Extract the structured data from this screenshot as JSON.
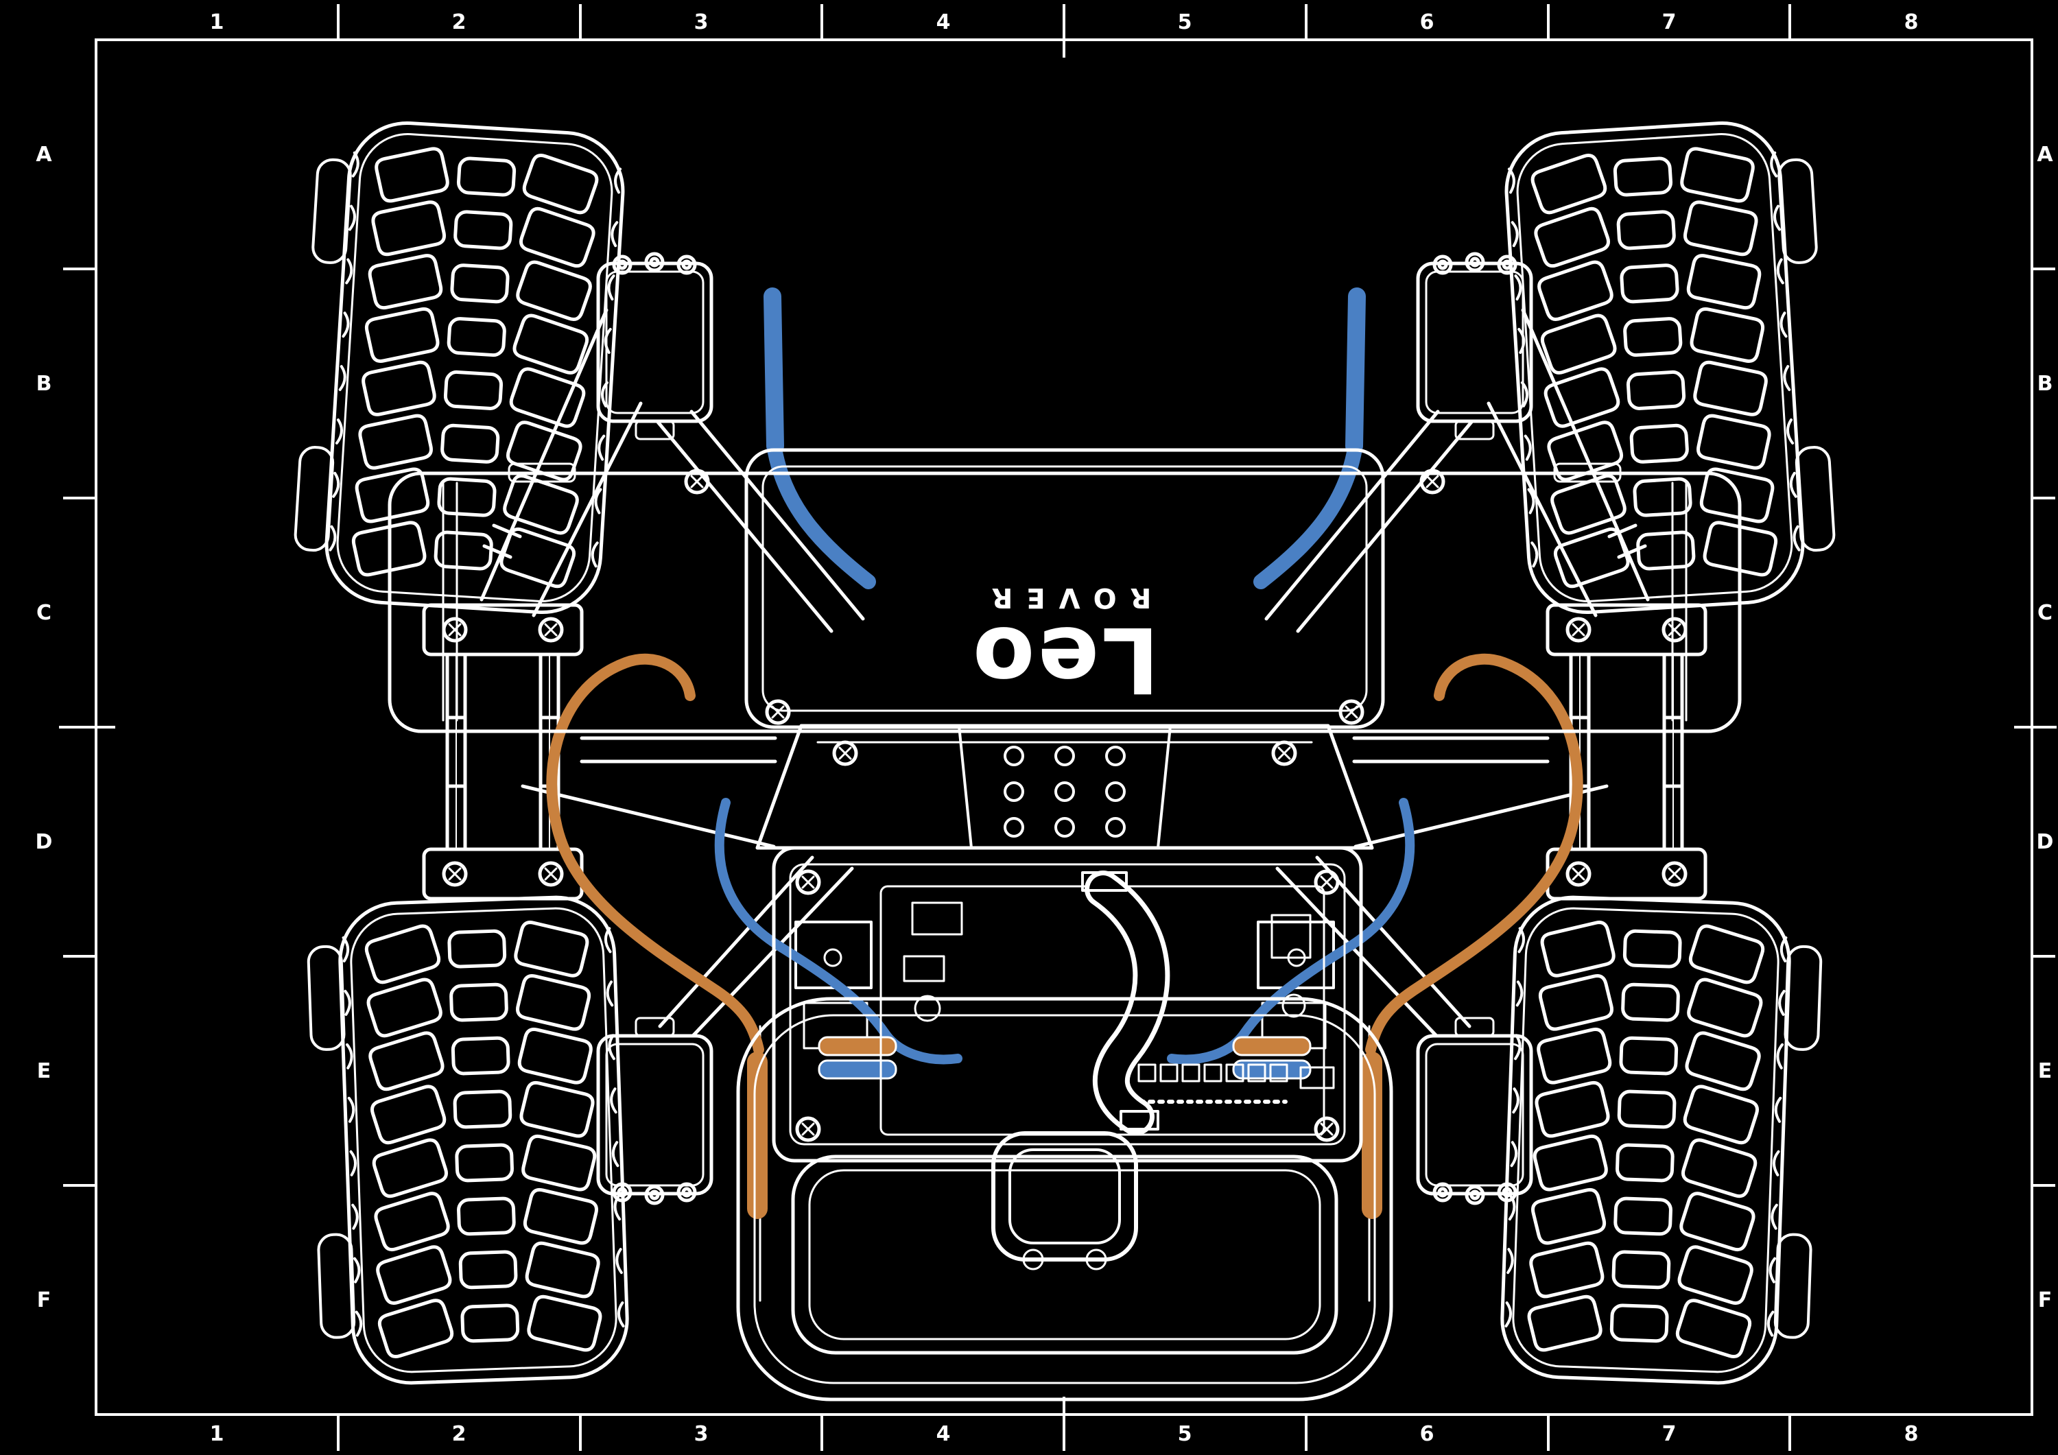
{
  "meta": {
    "background": "#000000",
    "line_color": "#ffffff",
    "accent_orange": "#c9813e",
    "accent_blue": "#4a80c4"
  },
  "frame": {
    "columns": [
      "1",
      "2",
      "3",
      "4",
      "5",
      "6",
      "7",
      "8"
    ],
    "rows": [
      "A",
      "B",
      "C",
      "D",
      "E",
      "F"
    ]
  },
  "logo": {
    "primary": "Leo",
    "secondary": "ROVER"
  }
}
